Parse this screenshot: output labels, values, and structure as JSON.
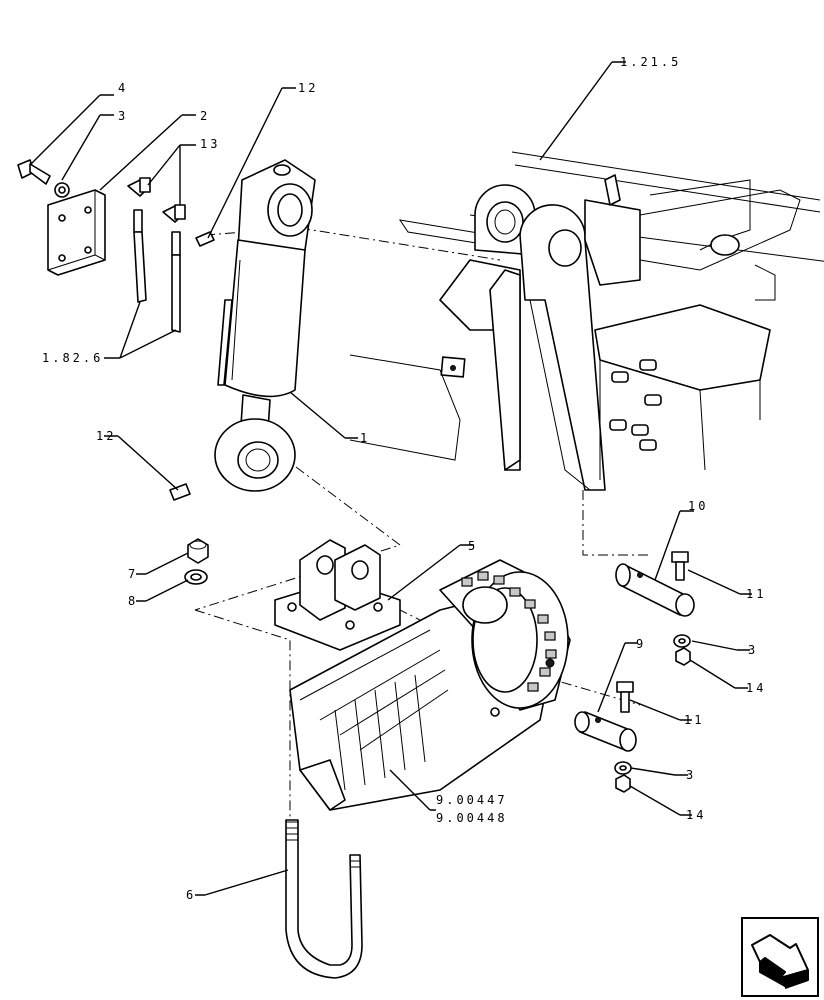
{
  "labels": {
    "l4": "4",
    "l3a": "3",
    "l2": "2",
    "l13": "13",
    "l12a": "12",
    "l1_21_5": "1.21.5",
    "l1_82_6": "1.82.6",
    "l1": "1",
    "l12b": "12",
    "l7": "7",
    "l8": "8",
    "l5": "5",
    "l10": "10",
    "l11a": "11",
    "l3b": "3",
    "l14a": "14",
    "l9": "9",
    "l11b": "11",
    "l3c": "3",
    "l14b": "14",
    "l9_00447": "9.00447",
    "l9_00448": "9.00448",
    "l6": "6"
  },
  "nav": {
    "icon": "arrow-next-icon"
  }
}
